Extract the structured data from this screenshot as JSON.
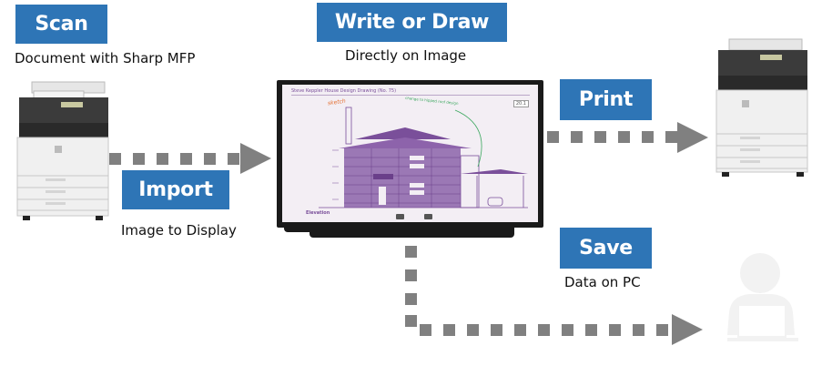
{
  "steps": {
    "scan": {
      "label": "Scan",
      "caption": "Document with Sharp MFP"
    },
    "write": {
      "label": "Write or Draw",
      "caption": "Directly on Image"
    },
    "import": {
      "label": "Import",
      "caption": "Image to Display"
    },
    "print": {
      "label": "Print",
      "caption": ""
    },
    "save": {
      "label": "Save",
      "caption": "Data on PC"
    }
  },
  "display": {
    "drawing_title": "Steve Keppler House Design Drawing (No. 75)",
    "page_badge": "20.1",
    "annotation_orange": "sketch",
    "annotation_green": "change to hipped roof design",
    "footer_label": "Elevation"
  },
  "colors": {
    "label_bg": "#2e75b6",
    "arrow": "#808080",
    "drawing": "#7a4f9a",
    "screen_bg": "#f3eef4"
  }
}
